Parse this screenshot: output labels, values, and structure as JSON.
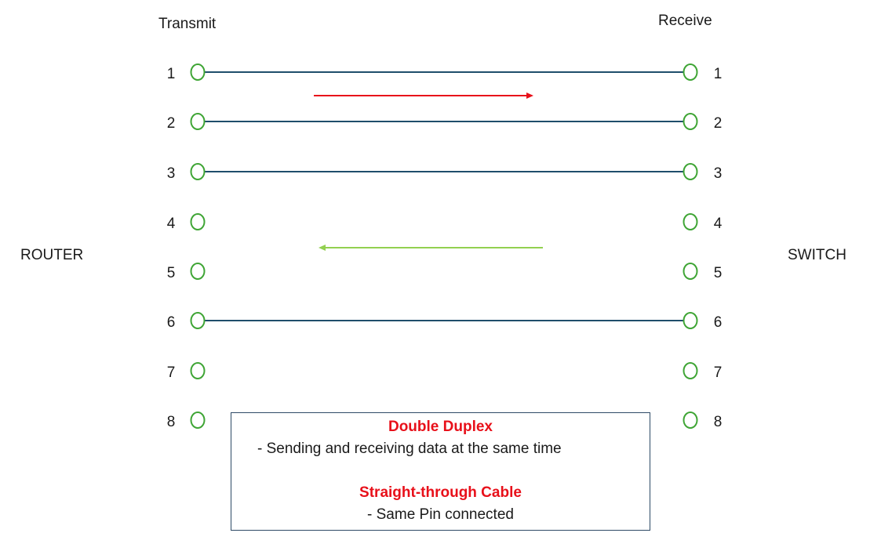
{
  "labels": {
    "transmit": "Transmit",
    "receive": "Receive",
    "router": "ROUTER",
    "switch": "SWITCH"
  },
  "pins": [
    "1",
    "2",
    "3",
    "4",
    "5",
    "6",
    "7",
    "8"
  ],
  "connected_pins": [
    "1",
    "2",
    "3",
    "6"
  ],
  "arrows": [
    {
      "direction": "right",
      "color": "#e8101a"
    },
    {
      "direction": "left",
      "color": "#92d050"
    }
  ],
  "note": {
    "heading1": "Double Duplex",
    "line1": "-    Sending and receiving data at the same time",
    "heading2": "Straight-through Cable",
    "line2": "- Same Pin connected"
  },
  "colors": {
    "wire": "#1f4e6b",
    "pin_outline": "#3fa535",
    "heading": "#e8101a",
    "box_border": "#2e4a66"
  }
}
